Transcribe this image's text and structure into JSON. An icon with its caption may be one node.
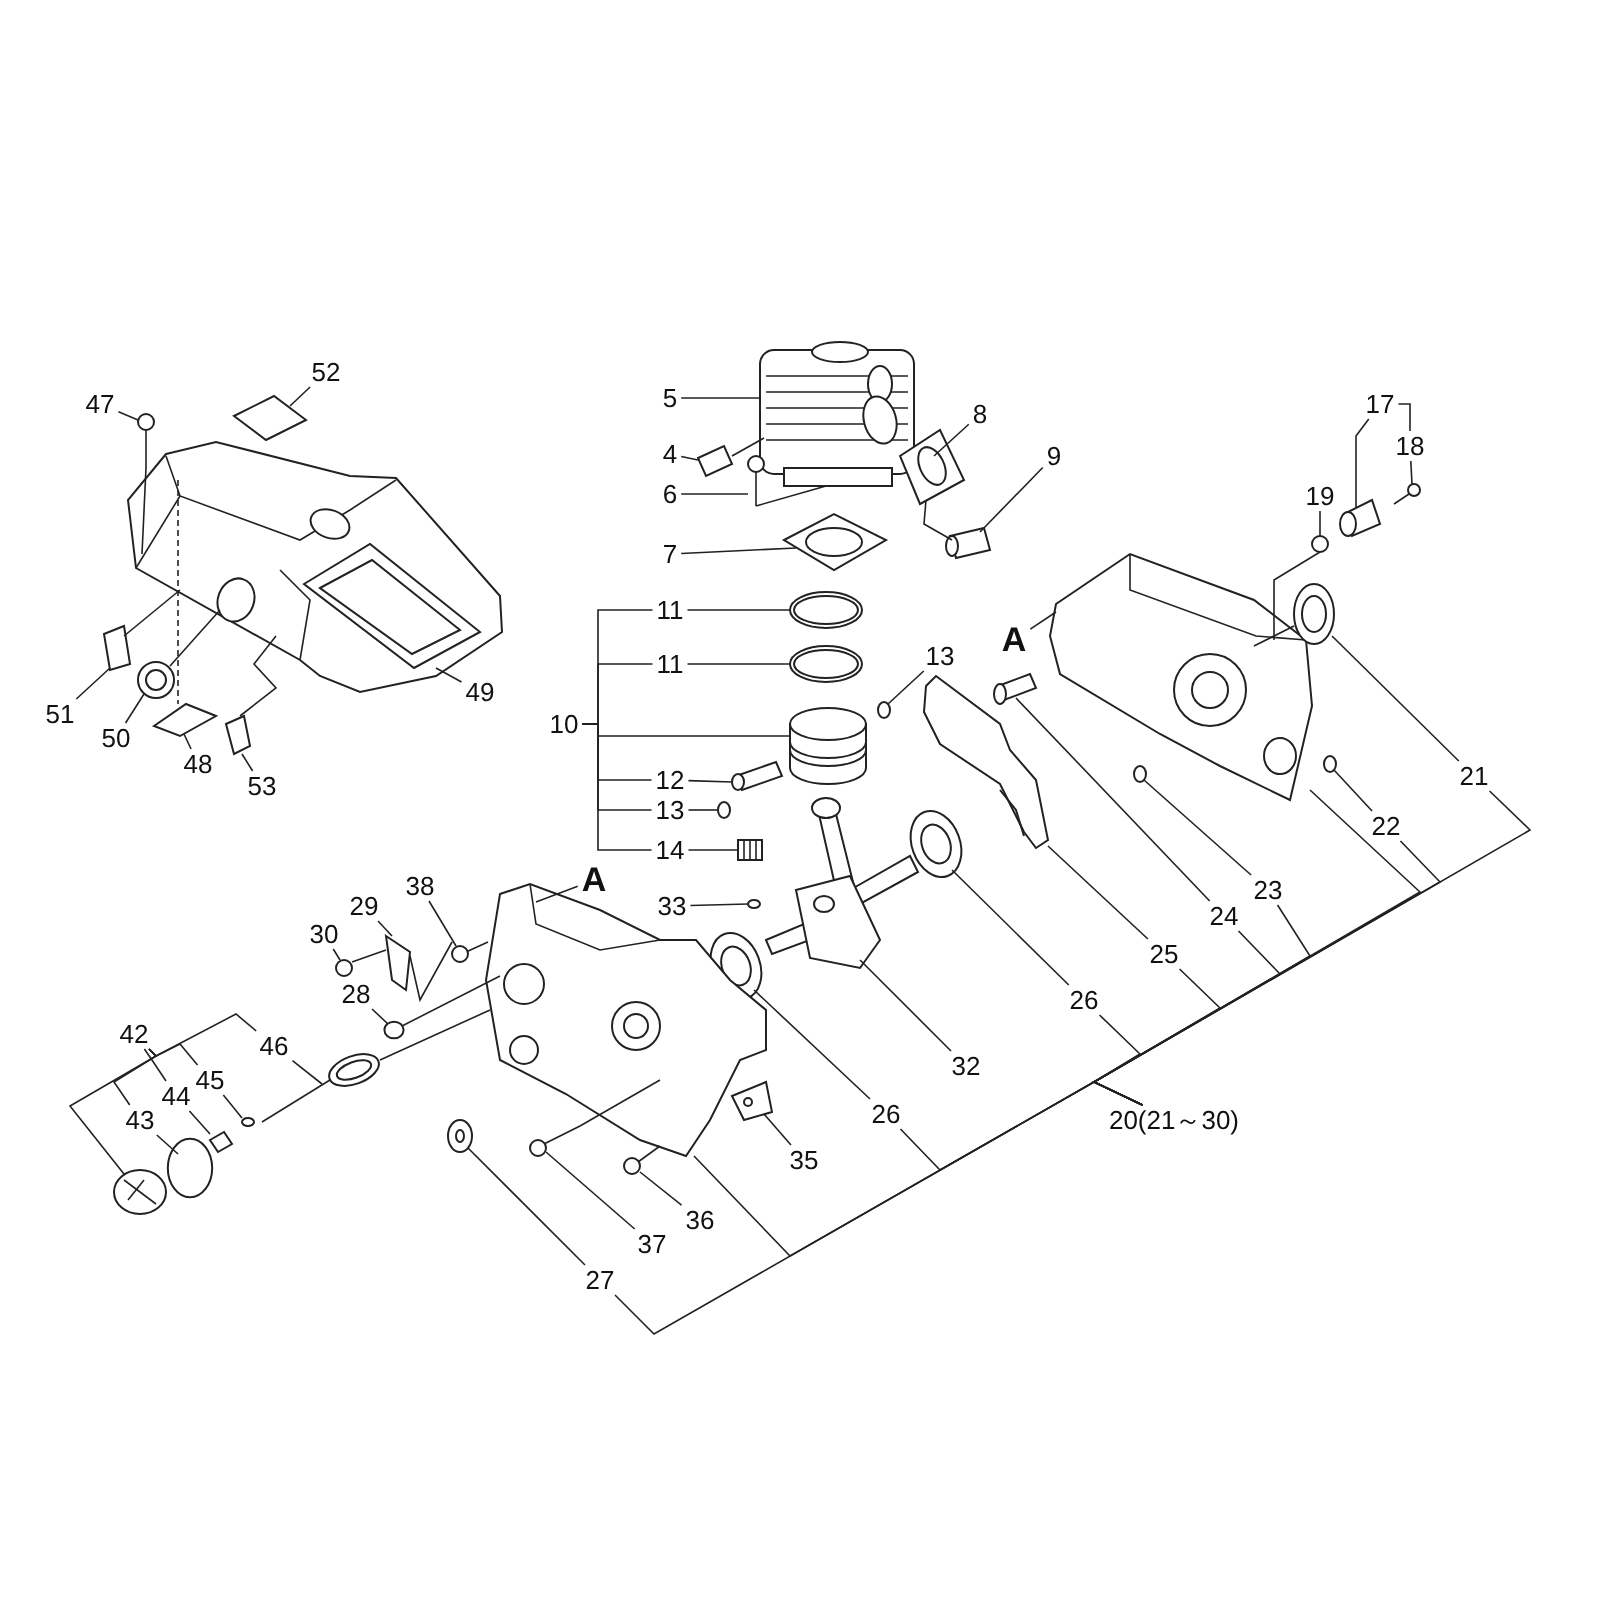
{
  "diagram": {
    "nodes": [
      {
        "text": [
          "52"
        ]
      },
      {
        "text": [
          "47"
        ]
      },
      {
        "text": [
          "5"
        ]
      },
      {
        "text": [
          "8"
        ]
      },
      {
        "text": [
          "4"
        ]
      },
      {
        "text": [
          "6"
        ]
      },
      {
        "text": [
          "9"
        ]
      },
      {
        "text": [
          "17"
        ]
      },
      {
        "text": [
          "18"
        ]
      },
      {
        "text": [
          "19"
        ]
      },
      {
        "text": [
          "7"
        ]
      },
      {
        "text": [
          "11"
        ]
      },
      {
        "text": [
          "11"
        ]
      },
      {
        "text": [
          "13"
        ]
      },
      {
        "text": [
          "A"
        ]
      },
      {
        "text": [
          "51"
        ]
      },
      {
        "text": [
          "50"
        ]
      },
      {
        "text": [
          "49"
        ]
      },
      {
        "text": [
          "10"
        ]
      },
      {
        "text": [
          "48"
        ]
      },
      {
        "text": [
          "53"
        ]
      },
      {
        "text": [
          "21"
        ]
      },
      {
        "text": [
          "12"
        ]
      },
      {
        "text": [
          "13"
        ]
      },
      {
        "text": [
          "22"
        ]
      },
      {
        "text": [
          "14"
        ]
      },
      {
        "text": [
          "A"
        ]
      },
      {
        "text": [
          "38"
        ]
      },
      {
        "text": [
          "24"
        ]
      },
      {
        "text": [
          "23"
        ]
      },
      {
        "text": [
          "33"
        ]
      },
      {
        "text": [
          "29"
        ]
      },
      {
        "text": [
          "30"
        ]
      },
      {
        "text": [
          "25"
        ]
      },
      {
        "text": [
          "28"
        ]
      },
      {
        "text": [
          "26"
        ]
      },
      {
        "text": [
          "42"
        ]
      },
      {
        "text": [
          "46"
        ]
      },
      {
        "text": [
          "45"
        ]
      },
      {
        "text": [
          "32"
        ]
      },
      {
        "text": [
          "44"
        ]
      },
      {
        "text": [
          "26"
        ]
      },
      {
        "text": [
          "20(21～30)"
        ]
      },
      {
        "text": [
          "43"
        ]
      },
      {
        "text": [
          "35"
        ]
      },
      {
        "text": [
          "36"
        ]
      },
      {
        "text": [
          "37"
        ]
      },
      {
        "text": [
          "27"
        ]
      },
      {
        "text": [],
        "shape": "picture"
      },
      {
        "text": [],
        "shape": "picture"
      },
      {
        "text": [],
        "shape": "picture"
      },
      {
        "text": [],
        "shape": "picture"
      },
      {
        "text": [],
        "shape": "picture"
      },
      {
        "text": [],
        "shape": "picture"
      },
      {
        "text": [],
        "shape": "picture"
      },
      {
        "text": [],
        "shape": "picture"
      },
      {
        "text": [],
        "shape": "picture"
      },
      {
        "text": [],
        "shape": "picture"
      },
      {
        "text": [],
        "shape": "picture"
      },
      {
        "text": [],
        "shape": "picture"
      },
      {
        "text": [],
        "shape": "picture"
      },
      {
        "text": [],
        "shape": "picture"
      },
      {
        "text": [],
        "shape": "picture"
      },
      {
        "text": [],
        "shape": "picture"
      },
      {
        "text": [],
        "shape": "picture"
      },
      {
        "text": [],
        "shape": "circle"
      },
      {
        "text": [],
        "shape": "circle"
      },
      {
        "text": [],
        "shape": "picture"
      },
      {
        "text": [],
        "shape": "picture"
      },
      {
        "text": [],
        "shape": "picture"
      },
      {
        "text": [],
        "shape": "picture"
      },
      {
        "text": [],
        "shape": "circle"
      },
      {
        "text": [],
        "shape": "picture"
      },
      {
        "text": [],
        "shape": "picture"
      },
      {
        "text": [],
        "shape": "picture"
      },
      {
        "text": [],
        "shape": "circle"
      },
      {
        "text": [],
        "shape": "picture"
      },
      {
        "text": [],
        "shape": "picture"
      },
      {
        "text": [],
        "shape": "circle"
      },
      {
        "text": [],
        "shape": "circle"
      },
      {
        "text": [],
        "shape": "picture"
      },
      {
        "text": [],
        "shape": "picture"
      },
      {
        "text": [],
        "shape": "picture"
      },
      {
        "text": [],
        "shape": "picture"
      },
      {
        "text": [],
        "shape": "circle"
      },
      {
        "text": [],
        "shape": "circle"
      },
      {
        "text": [],
        "shape": "picture"
      },
      {
        "text": [],
        "shape": "circle"
      },
      {
        "text": [],
        "shape": "picture"
      },
      {
        "text": [],
        "shape": "circle"
      },
      {
        "text": [],
        "shape": "picture"
      },
      {
        "text": [],
        "shape": "picture"
      },
      {
        "text": [],
        "shape": "picture"
      },
      {
        "text": [],
        "shape": "picture"
      },
      {
        "text": [],
        "shape": "picture"
      }
    ],
    "edges": [
      {
        "from": 0,
        "to": 49,
        "arrow": "none"
      },
      {
        "from": 1,
        "to": 50,
        "arrow": "none"
      },
      {
        "from": 2,
        "to": 55,
        "arrow": "none"
      },
      {
        "from": 3,
        "to": 58,
        "arrow": "none"
      },
      {
        "from": 4,
        "to": 56,
        "arrow": "none"
      },
      {
        "from": 5,
        "to": 57,
        "arrow": "none"
      },
      {
        "from": 6,
        "to": 59,
        "arrow": "none"
      },
      {
        "from": 7,
        "to": 76,
        "arrow": "none"
      },
      {
        "from": 7,
        "to": 8,
        "arrow": "none"
      },
      {
        "from": 8,
        "to": 77,
        "arrow": "none"
      },
      {
        "from": 9,
        "to": 75,
        "arrow": "none"
      },
      {
        "from": 10,
        "to": 60,
        "arrow": "none"
      },
      {
        "from": 11,
        "to": 61,
        "arrow": "none"
      },
      {
        "from": 12,
        "to": 62,
        "arrow": "none"
      },
      {
        "from": 13,
        "to": 66,
        "arrow": "none"
      },
      {
        "from": 14,
        "to": 73,
        "arrow": "none"
      },
      {
        "from": 15,
        "to": 51,
        "arrow": "none"
      },
      {
        "from": 16,
        "to": 52,
        "arrow": "none"
      },
      {
        "from": 17,
        "to": 48,
        "arrow": "none"
      },
      {
        "from": 18,
        "to": 11,
        "arrow": "none"
      },
      {
        "from": 18,
        "to": 12,
        "arrow": "none"
      },
      {
        "from": 18,
        "to": 63,
        "arrow": "none"
      },
      {
        "from": 18,
        "to": 22,
        "arrow": "none"
      },
      {
        "from": 18,
        "to": 23,
        "arrow": "none"
      },
      {
        "from": 18,
        "to": 25,
        "arrow": "none"
      },
      {
        "from": 19,
        "to": 53,
        "arrow": "none"
      },
      {
        "from": 20,
        "to": 54,
        "arrow": "none"
      },
      {
        "from": 21,
        "to": 74,
        "arrow": "none"
      },
      {
        "from": 22,
        "to": 64,
        "arrow": "none"
      },
      {
        "from": 23,
        "to": 65,
        "arrow": "none"
      },
      {
        "from": 24,
        "to": 78,
        "arrow": "none"
      },
      {
        "from": 25,
        "to": 67,
        "arrow": "none"
      },
      {
        "from": 26,
        "to": 81,
        "arrow": "none"
      },
      {
        "from": 27,
        "to": 82,
        "arrow": "none"
      },
      {
        "from": 28,
        "to": 80,
        "arrow": "none"
      },
      {
        "from": 29,
        "to": 79,
        "arrow": "none"
      },
      {
        "from": 30,
        "to": 71,
        "arrow": "none"
      },
      {
        "from": 31,
        "to": 83,
        "arrow": "none"
      },
      {
        "from": 32,
        "to": 84,
        "arrow": "none"
      },
      {
        "from": 33,
        "to": 72,
        "arrow": "none"
      },
      {
        "from": 34,
        "to": 85,
        "arrow": "none"
      },
      {
        "from": 35,
        "to": 69,
        "arrow": "none"
      },
      {
        "from": 36,
        "to": 90,
        "arrow": "none"
      },
      {
        "from": 36,
        "to": 37,
        "arrow": "none"
      },
      {
        "from": 36,
        "to": 38,
        "arrow": "none"
      },
      {
        "from": 36,
        "to": 40,
        "arrow": "none"
      },
      {
        "from": 36,
        "to": 43,
        "arrow": "none"
      },
      {
        "from": 37,
        "to": 86,
        "arrow": "none"
      },
      {
        "from": 38,
        "to": 87,
        "arrow": "none"
      },
      {
        "from": 39,
        "to": 68,
        "arrow": "none"
      },
      {
        "from": 40,
        "to": 88,
        "arrow": "none"
      },
      {
        "from": 41,
        "to": 70,
        "arrow": "none"
      },
      {
        "from": 42,
        "to": 21,
        "arrow": "none"
      },
      {
        "from": 42,
        "to": 24,
        "arrow": "none"
      },
      {
        "from": 42,
        "to": 73,
        "arrow": "none"
      },
      {
        "from": 42,
        "to": 29,
        "arrow": "none"
      },
      {
        "from": 42,
        "to": 28,
        "arrow": "none"
      },
      {
        "from": 42,
        "to": 33,
        "arrow": "none"
      },
      {
        "from": 42,
        "to": 35,
        "arrow": "none"
      },
      {
        "from": 42,
        "to": 41,
        "arrow": "none"
      },
      {
        "from": 42,
        "to": 81,
        "arrow": "none"
      },
      {
        "from": 42,
        "to": 47,
        "arrow": "none"
      },
      {
        "from": 43,
        "to": 89,
        "arrow": "none"
      },
      {
        "from": 44,
        "to": 94,
        "arrow": "none"
      },
      {
        "from": 45,
        "to": 93,
        "arrow": "none"
      },
      {
        "from": 46,
        "to": 92,
        "arrow": "none"
      },
      {
        "from": 47,
        "to": 91,
        "arrow": "none"
      },
      {
        "from": 50,
        "to": 48,
        "arrow": "none"
      },
      {
        "from": 48,
        "to": 53,
        "arrow": "none",
        "style": "dashed"
      },
      {
        "from": 51,
        "to": 48,
        "arrow": "none"
      },
      {
        "from": 52,
        "to": 48,
        "arrow": "none"
      },
      {
        "from": 54,
        "to": 48,
        "arrow": "none"
      },
      {
        "from": 56,
        "to": 55,
        "arrow": "none"
      },
      {
        "from": 57,
        "to": 55,
        "arrow": "none"
      },
      {
        "from": 58,
        "to": 59,
        "arrow": "none"
      },
      {
        "from": 75,
        "to": 73,
        "arrow": "none"
      },
      {
        "from": 74,
        "to": 73,
        "arrow": "none"
      },
      {
        "from": 83,
        "to": 82,
        "arrow": "none"
      },
      {
        "from": 84,
        "to": 83,
        "arrow": "none"
      },
      {
        "from": 85,
        "to": 81,
        "arrow": "none"
      },
      {
        "from": 86,
        "to": 81,
        "arrow": "none"
      },
      {
        "from": 92,
        "to": 81,
        "arrow": "none"
      }
    ]
  }
}
